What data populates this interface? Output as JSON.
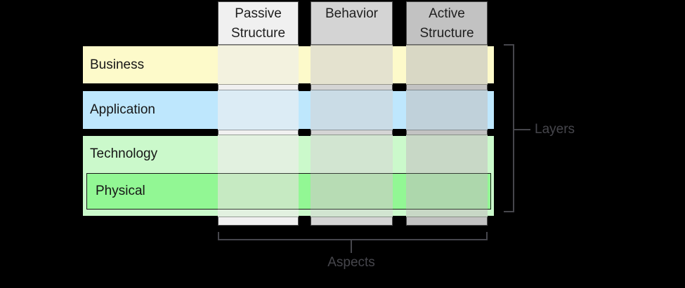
{
  "diagram": {
    "background_color": "#000000",
    "annotation_color": "#46464c",
    "side_label": "Layers",
    "bottom_label": "Aspects",
    "columns": [
      {
        "id": "passive",
        "label": "Passive Structure",
        "color": "#F0F0F0"
      },
      {
        "id": "behavior",
        "label": "Behavior",
        "color": "#D4D4D4"
      },
      {
        "id": "active",
        "label": "Active Structure",
        "color": "#C2C2C2"
      }
    ],
    "rows": [
      {
        "id": "business",
        "label": "Business",
        "color": "#FDFACA",
        "cells": {
          "passive": "#F3F2DF",
          "behavior": "#E4E2CF",
          "active": "#D9D8C5"
        }
      },
      {
        "id": "application",
        "label": "Application",
        "color": "#BEE7FD",
        "cells": {
          "passive": "#DCECF5",
          "behavior": "#CADCE6",
          "active": "#C0D1DA"
        }
      },
      {
        "id": "technology",
        "label": "Technology",
        "color": "#CBF9CB",
        "cells": {
          "passive": "#E2F1E0",
          "behavior": "#D2E5D1",
          "active": "#C8D8C6"
        }
      },
      {
        "id": "physical",
        "label": "Physical",
        "color": "#92F794",
        "cells": {
          "passive": "#C6EAC2",
          "behavior": "#B7DCB4",
          "active": "#ADD7AC"
        }
      }
    ]
  }
}
